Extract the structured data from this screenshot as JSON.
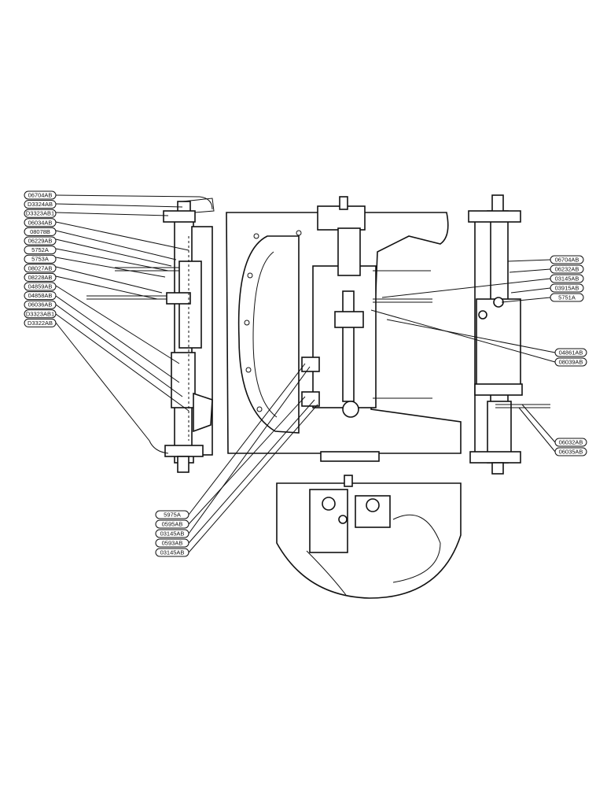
{
  "diagram": {
    "left_labels": [
      "06704AB",
      "D3324AB",
      "D3323AB1",
      "06034AB",
      "08078B",
      "06229AB",
      "5752A",
      "5753A",
      "08027AB",
      "08228AB",
      "04859AB",
      "04858AB",
      "06036AB",
      "D3323AB1",
      "D3322AB"
    ],
    "right_labels": [
      "06704AB",
      "06232AB",
      "03145AB",
      "03915AB",
      "5751A"
    ],
    "middle_right_labels": [
      "04861AB",
      "08039AB"
    ],
    "lower_right_labels": [
      "06032AB",
      "06035AB"
    ],
    "bottom_labels": [
      "5975A",
      "0595AB",
      "03145AB",
      "0593AB",
      "03145AB"
    ]
  }
}
